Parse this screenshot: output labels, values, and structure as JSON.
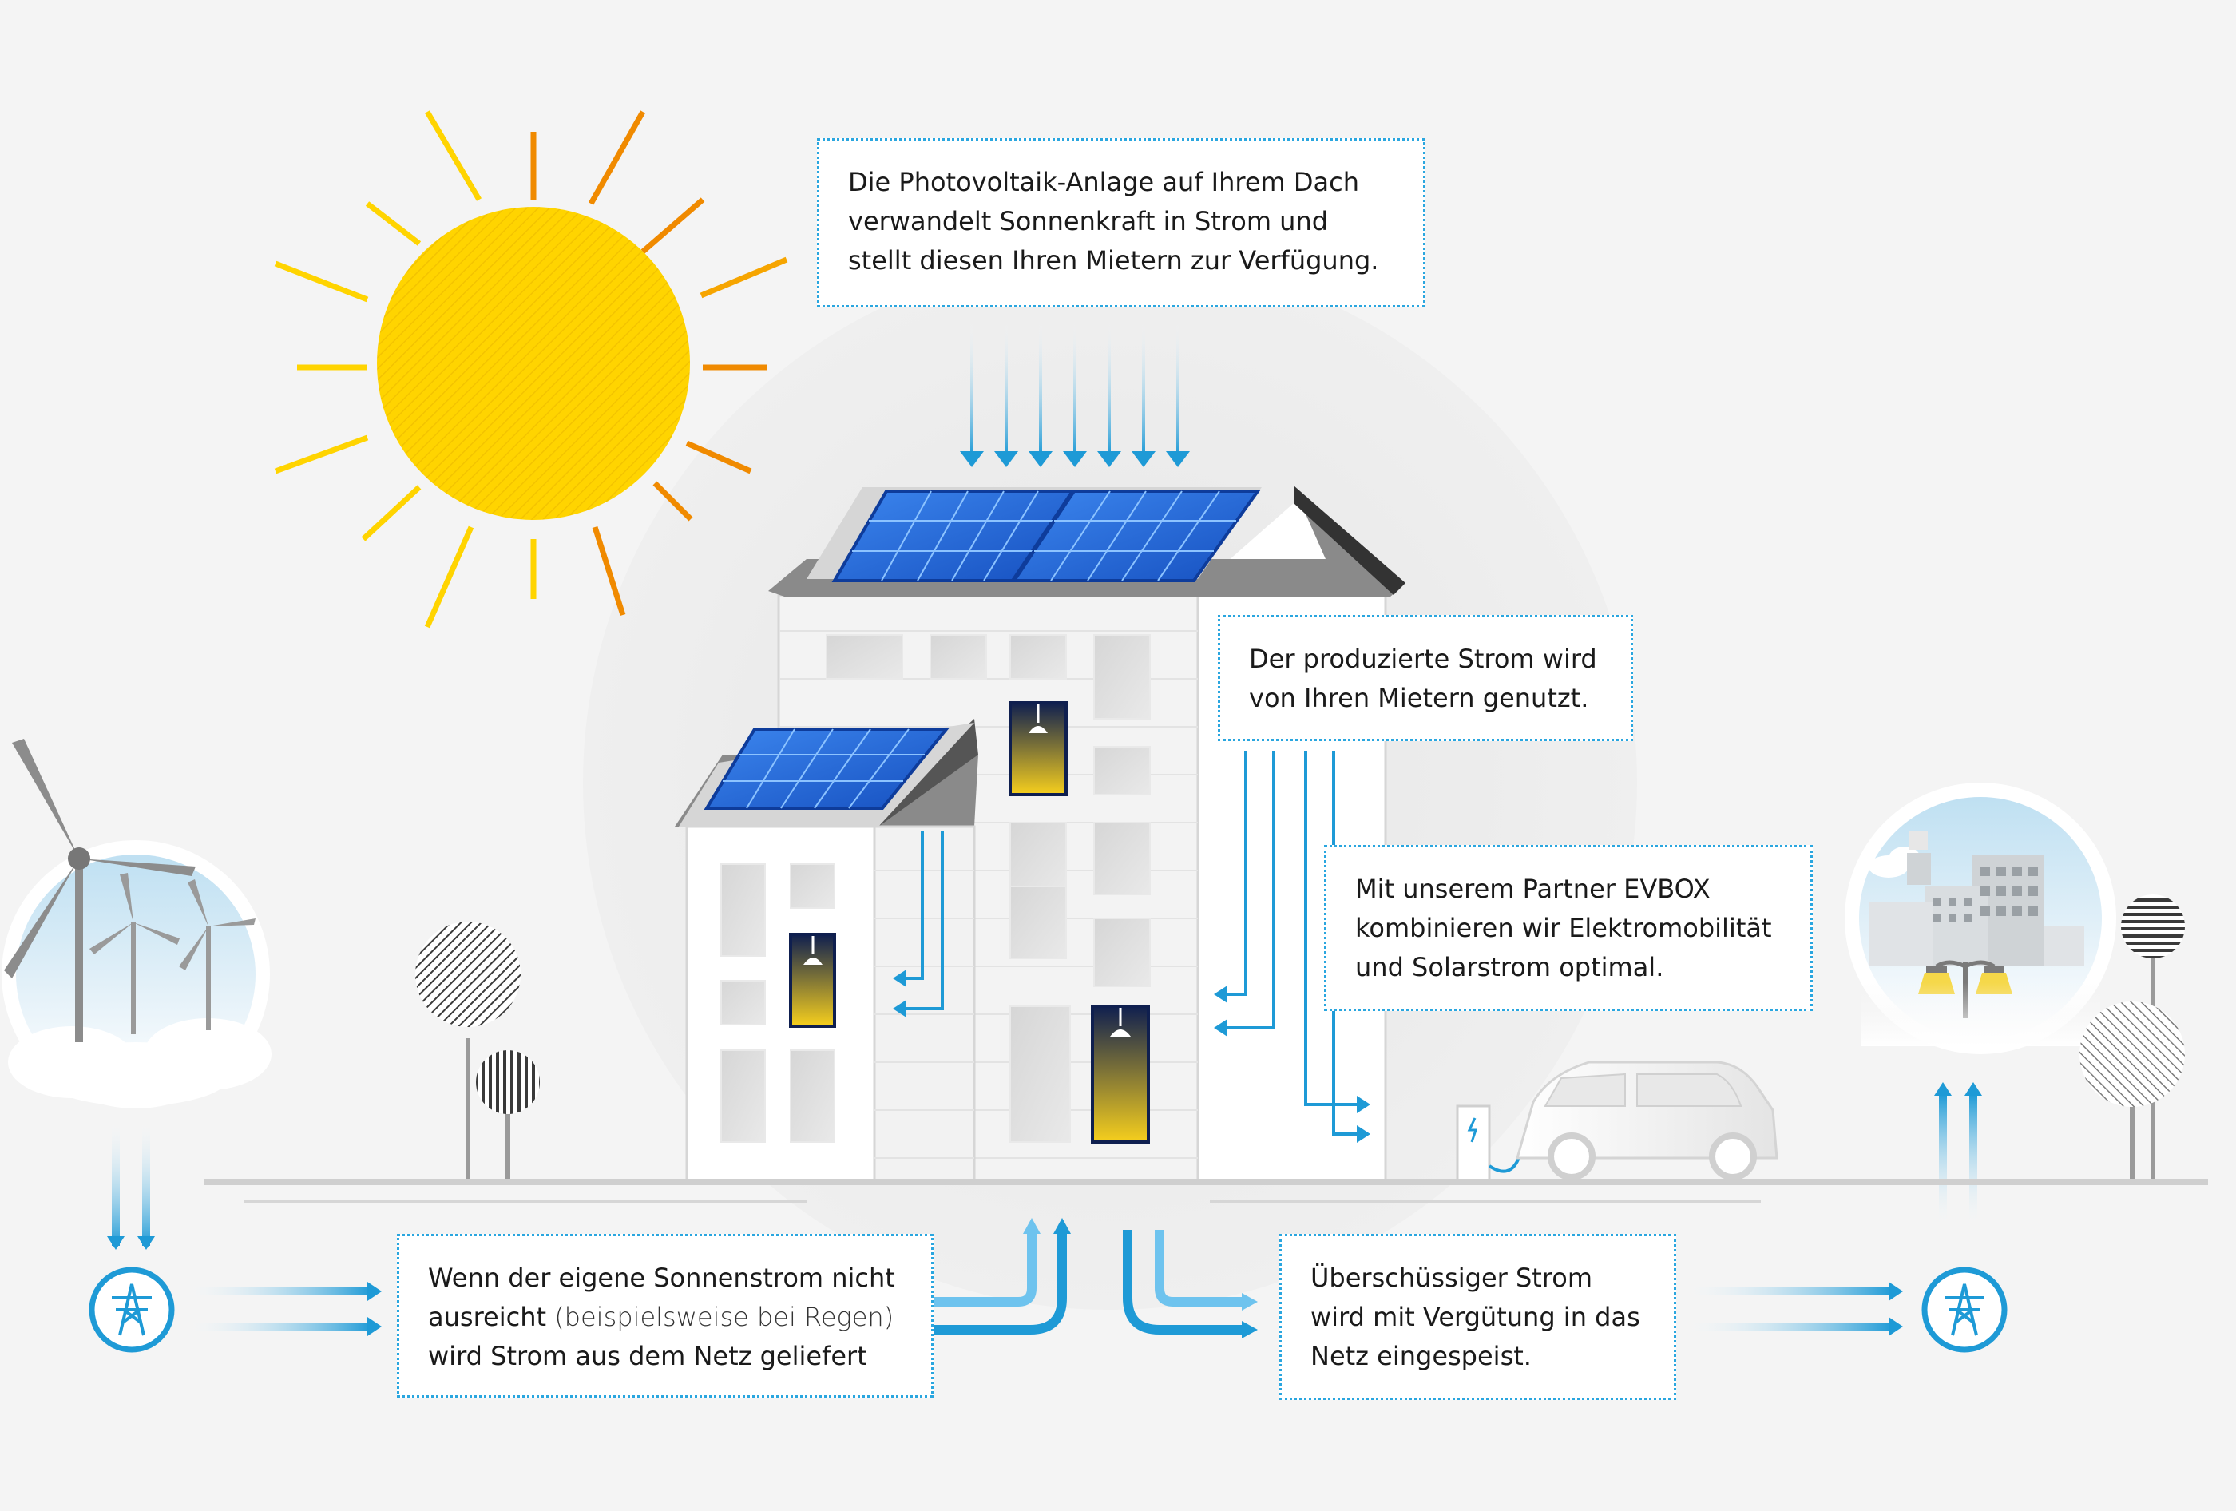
{
  "callouts": {
    "pv": {
      "line1": "Die Photovoltaik-Anlage auf Ihrem Dach",
      "line2": "verwandelt Sonnenkraft in Strom und",
      "line3": "stellt diesen Ihren Mietern zur Verfügung."
    },
    "usage": {
      "line1": "Der produzierte Strom wird",
      "line2": "von Ihren Mietern genutzt."
    },
    "evbox": {
      "line1": "Mit unserem Partner EVBOX",
      "line2": "kombinieren wir Elektromobilität",
      "line3": "und Solarstrom optimal."
    },
    "grid_in": {
      "line1": "Wenn der eigene Sonnenstrom nicht",
      "line2a": "ausreicht",
      "line2b": " (beispielsweise bei Regen)",
      "line3": "wird Strom aus dem Netz geliefert"
    },
    "grid_out": {
      "line1": "Überschüssiger Strom",
      "line2": "wird mit Vergütung in das",
      "line3": "Netz eingespeist."
    }
  },
  "icons": {
    "sun": "sun-icon",
    "wind": "wind-turbine-icon",
    "pylon": "power-pylon-icon",
    "city": "city-icon",
    "car": "electric-car-icon",
    "charger": "charging-station-icon"
  },
  "colors": {
    "accent_blue": "#1e9ad6",
    "sun_yellow": "#ffd400",
    "sun_orange": "#f08a00",
    "panel_blue": "#1a63d6",
    "window_navy": "#0f1f4f",
    "lamp_yellow": "#f6cf1d"
  }
}
